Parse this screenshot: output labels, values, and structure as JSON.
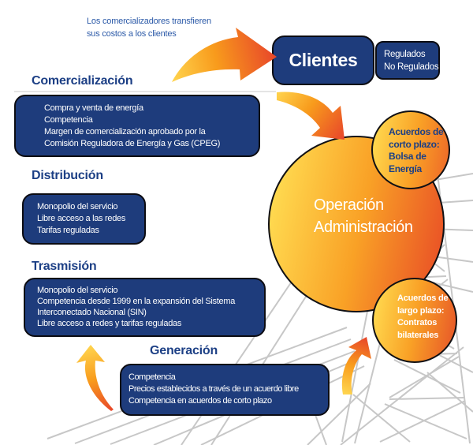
{
  "annotation": {
    "line1": "Los comercializadores transfieren",
    "line2": "sus costos a los clientes"
  },
  "clientes": {
    "label": "Clientes",
    "type1": "Regulados",
    "type2": "No Regulados"
  },
  "sections": {
    "comercializacion": {
      "heading": "Comercialización",
      "items": [
        "Compra  y venta de energía",
        "Competencia",
        "Margen de comercialización aprobado por  la",
        "Comisión Reguladora de Energía y Gas (CPEG)"
      ]
    },
    "distribucion": {
      "heading": "Distribución",
      "items": [
        "Monopolio del servicio",
        "Libre acceso a las redes",
        "Tarifas reguladas"
      ]
    },
    "trasmision": {
      "heading": "Trasmisión",
      "items": [
        "Monopolio del servicio",
        "Competencia desde 1999 en la expansión del Sistema",
        "Interconectado Nacional  (SIN)",
        "Libre acceso a redes y tarifas reguladas"
      ]
    },
    "generacion": {
      "heading": "Generación",
      "items": [
        "Competencia",
        "Precios establecidos a través de un acuerdo libre",
        "Competencia en acuerdos de corto plazo"
      ]
    }
  },
  "operation_circle": {
    "line1": "Operación",
    "line2": "Administración"
  },
  "short_term_circle": {
    "lines": [
      "Acuerdos de",
      "corto plazo:",
      "Bolsa de",
      "Energía"
    ]
  },
  "long_term_circle": {
    "lines": [
      "Acuerdos de",
      "largo plazo:",
      "Contratos",
      "bilaterales"
    ]
  },
  "colors": {
    "navy_box": "#1e3c7c",
    "heading_blue": "#1c3f85",
    "annotation_blue": "#2c5aa8",
    "gradient_yellow": "#ffd84e",
    "gradient_orange": "#f9a126",
    "gradient_red": "#e94f26",
    "wire_gray": "#c7c7c7"
  }
}
